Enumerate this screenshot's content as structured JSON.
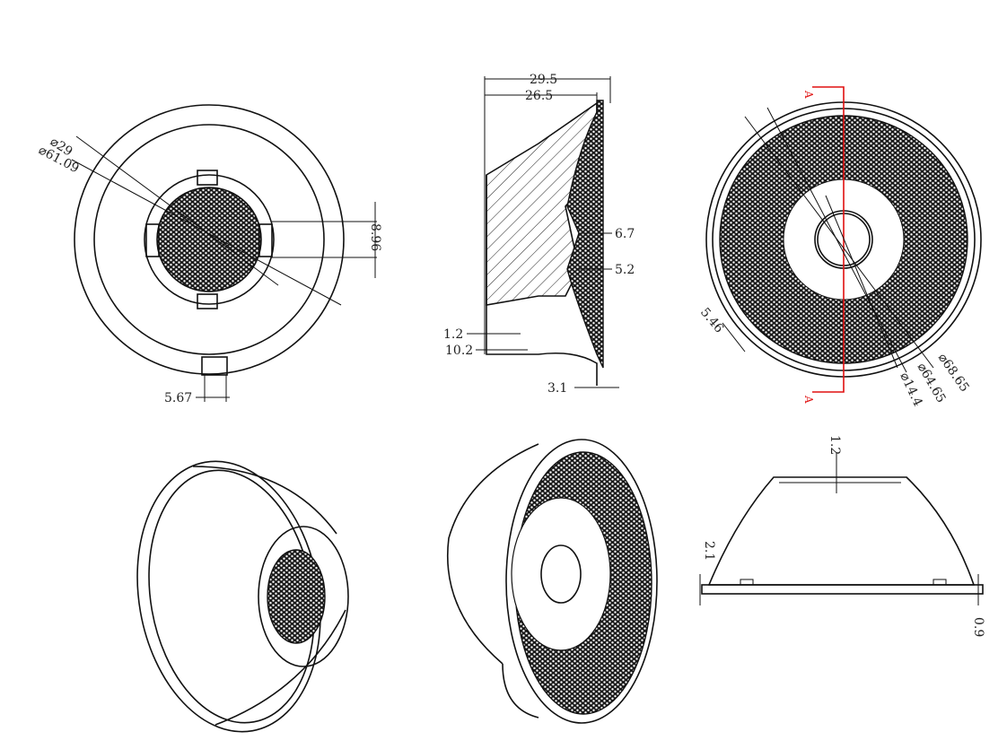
{
  "colors": {
    "line": "#111111",
    "section": "#e01010"
  },
  "front_view": {
    "dia_inner": "⌀29",
    "dia_outer": "⌀61.09",
    "tab_height": "8.96",
    "tab_width": "5.67"
  },
  "section_view": {
    "overall_height": "29.5",
    "body_height": "26.5",
    "dim_a": "6.7",
    "dim_b": "5.2",
    "dim_c": "1.2",
    "dim_d": "10.2",
    "flange": "3.1"
  },
  "rear_view": {
    "section_label_top": "A",
    "section_label_bottom": "A",
    "notch": "5.46",
    "dia_hole": "⌀14.4",
    "dia_mesh": "⌀64.65",
    "dia_flange": "⌀68.65"
  },
  "side_view": {
    "top_step": "1.2",
    "base_height": "2.1",
    "base_thickness": "0.9"
  }
}
